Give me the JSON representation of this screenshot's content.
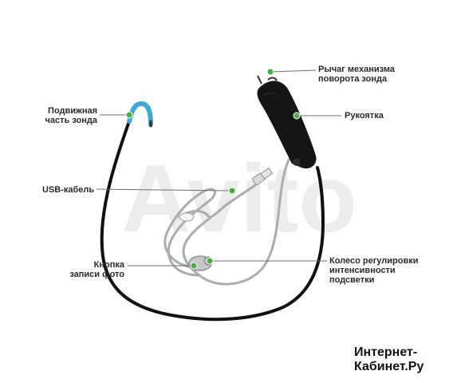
{
  "labels": {
    "probe_flex": [
      "Подвижная",
      "часть зонда"
    ],
    "usb": [
      "USB-кабель"
    ],
    "photo_button": [
      "Кнопка",
      "записи фото"
    ],
    "lever": [
      "Рычаг механизма",
      "поворота зонда"
    ],
    "handle": [
      "Рукоятка"
    ],
    "wheel": [
      "Колесо регулировки",
      "интенсивности",
      "подсветки"
    ]
  },
  "watermark": "Avito",
  "brand": [
    "Интернет-",
    "Кабинет.Ру"
  ],
  "colors": {
    "probe_tip": "#3aa9db",
    "cable_dark": "#111111",
    "cable_grey": "#a9adab",
    "handle": "#151515",
    "marker": "#43b143",
    "leader": "#6e6e6e"
  }
}
